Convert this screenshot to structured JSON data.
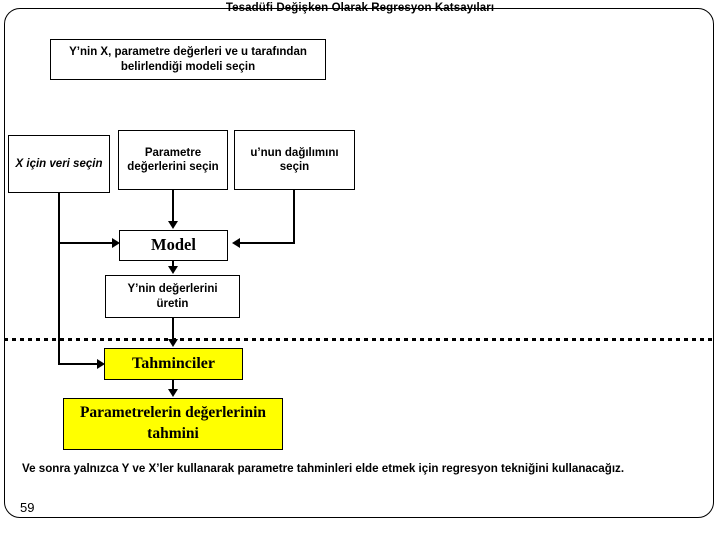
{
  "slide": {
    "title": "Tesadüfi Değişken Olarak Regresyon Katsayıları",
    "page_number": "59",
    "caption": "Ve sonra yalnızca Y ve X’ler kullanarak parametre tahminleri elde etmek için regresyon tekniğini kullanacağız.",
    "accent_color": "#ffff00",
    "line_color": "#000000",
    "background_color": "#ffffff"
  },
  "flowchart": {
    "boxes": {
      "model_spec": "Y’nin X, parametre değerleri ve u tarafından belirlendiği modeli seçin",
      "choose_x_data": "X için veri seçin",
      "choose_param_values": "Parametre değerlerini seçin",
      "choose_u_distribution": "u’nun dağılımını seçin",
      "model": "Model",
      "generate_y": "Y’nin değerlerini üretin",
      "estimators": "Tahminciler",
      "parameter_estimates": "Parametrelerin değerlerinin tahmini"
    },
    "divider": "dotted-separator"
  }
}
